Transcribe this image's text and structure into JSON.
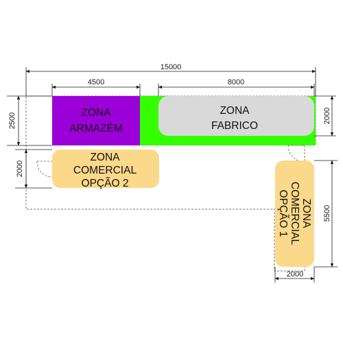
{
  "dimensions": {
    "overall_width": "15000",
    "armazem_width": "4500",
    "fabrico_width": "8000",
    "left_height": "2500",
    "fabrico_height": "2000",
    "comercial2_height": "2000",
    "comercial1_height": "5500",
    "comercial1_width": "2000"
  },
  "zones": {
    "armazem": {
      "line1": "ZONA",
      "line2": "ARMAZÉM",
      "color": "#9b00d9"
    },
    "fabrico": {
      "line1": "ZONA",
      "line2": "FABRICO",
      "color": "#d9d9d9"
    },
    "comercial2": {
      "line1": "ZONA",
      "line2": "COMERCIAL",
      "line3": "OPÇÃO 2",
      "color": "#fbd98a"
    },
    "comercial1": {
      "line1": "ZONA",
      "line2": "COMERCIAL",
      "line3": "OPÇÃO 1",
      "color": "#fbd98a"
    },
    "production_strip_color": "#33ff00"
  }
}
